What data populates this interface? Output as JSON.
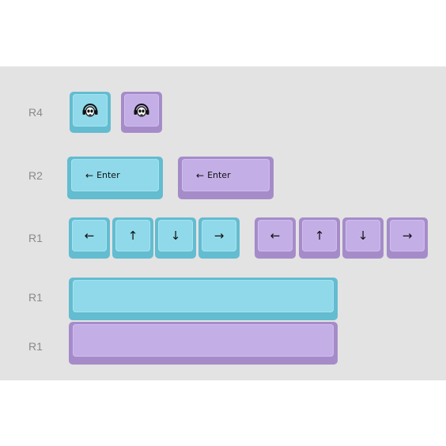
{
  "rows": {
    "r4": "R4",
    "r2": "R2",
    "r1a": "R1",
    "r1b": "R1",
    "r1c": "R1"
  },
  "keys": {
    "enter_arrow": "←",
    "enter_label": "Enter",
    "left": "←",
    "up": "↑",
    "down": "↓",
    "right": "→"
  },
  "colors": {
    "blue_top": "#8fd9ea",
    "blue_side": "#63bcd0",
    "purple_top": "#c4aee6",
    "purple_side": "#a58cc9",
    "background": "#e3e3e3"
  },
  "icons": {
    "novelty": "skull-headphones-icon"
  }
}
